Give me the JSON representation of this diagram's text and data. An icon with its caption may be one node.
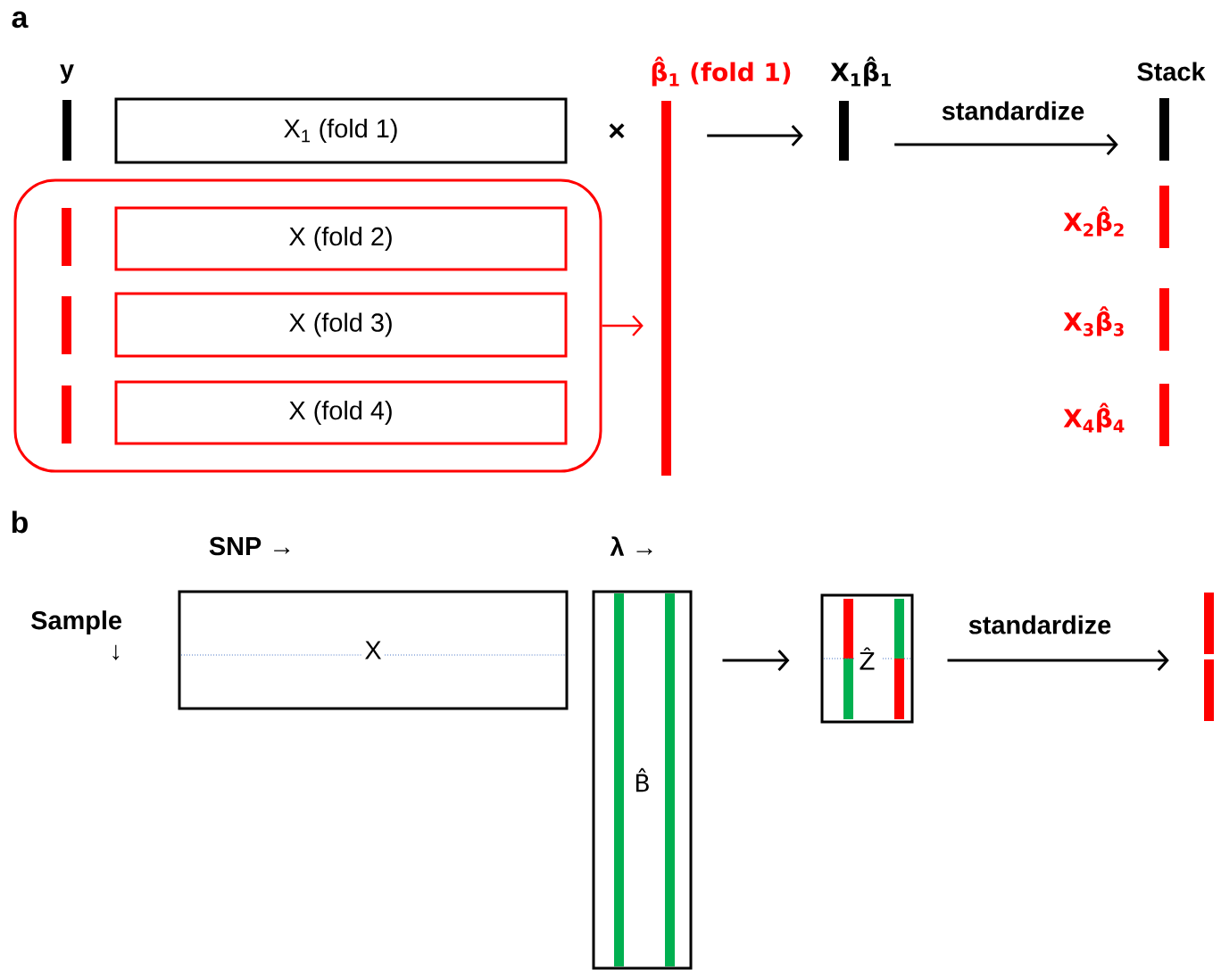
{
  "diagram": {
    "nodes": [
      {
        "text": [],
        "shape": "bar",
        "beside": [
          "y"
        ]
      },
      {
        "text": [
          "X$_{1}$ (fold 1)"
        ]
      },
      {
        "text": [],
        "shape": "box"
      },
      {
        "text": [],
        "shape": "bar",
        "in": 2
      },
      {
        "text": [
          "X (fold 2)"
        ],
        "in": 2
      },
      {
        "text": [],
        "shape": "bar",
        "in": 2
      },
      {
        "text": [
          "X (fold 3)"
        ],
        "in": 2
      },
      {
        "text": [],
        "shape": "bar",
        "in": 2
      },
      {
        "text": [
          "X (fold 4)"
        ],
        "in": 2
      },
      {
        "text": [],
        "shape": "bar",
        "beside": [
          "β̂$_{1}$ (fold 1)"
        ]
      },
      {
        "text": [],
        "shape": "bar",
        "beside": [
          "X$_{1}$β̂$_{1}$"
        ]
      },
      {
        "text": [],
        "shape": "bar",
        "beside": [
          "Stack"
        ]
      },
      {
        "text": [],
        "shape": "bar",
        "beside": [
          "X$_{2}$β̂$_{2}$"
        ]
      },
      {
        "text": [],
        "shape": "bar",
        "beside": [
          "X$_{3}$β̂$_{3}$"
        ]
      },
      {
        "text": [],
        "shape": "bar",
        "beside": [
          "X$_{4}$β̂$_{4}$"
        ]
      },
      {
        "text": [
          "X"
        ]
      },
      {
        "text": [
          "B̂"
        ]
      },
      {
        "text": [
          "Ẑ"
        ]
      },
      {
        "text": [],
        "shape": "bar"
      }
    ],
    "edges": [
      {
        "from": 2,
        "to": 9,
        "arrow": "to",
        "color": "#ff0000"
      },
      {
        "from": 9,
        "to": 10,
        "arrow": "to"
      },
      {
        "from": 10,
        "to": 11,
        "arrow": "to",
        "label": "standardize"
      },
      {
        "from": 16,
        "to": 17,
        "arrow": "to"
      },
      {
        "from": 17,
        "to": 18,
        "arrow": "to",
        "label": "standardize"
      }
    ],
    "labels": [
      "a",
      "×",
      "b",
      "SNP →",
      "λ →",
      "Sample ↓"
    ]
  }
}
